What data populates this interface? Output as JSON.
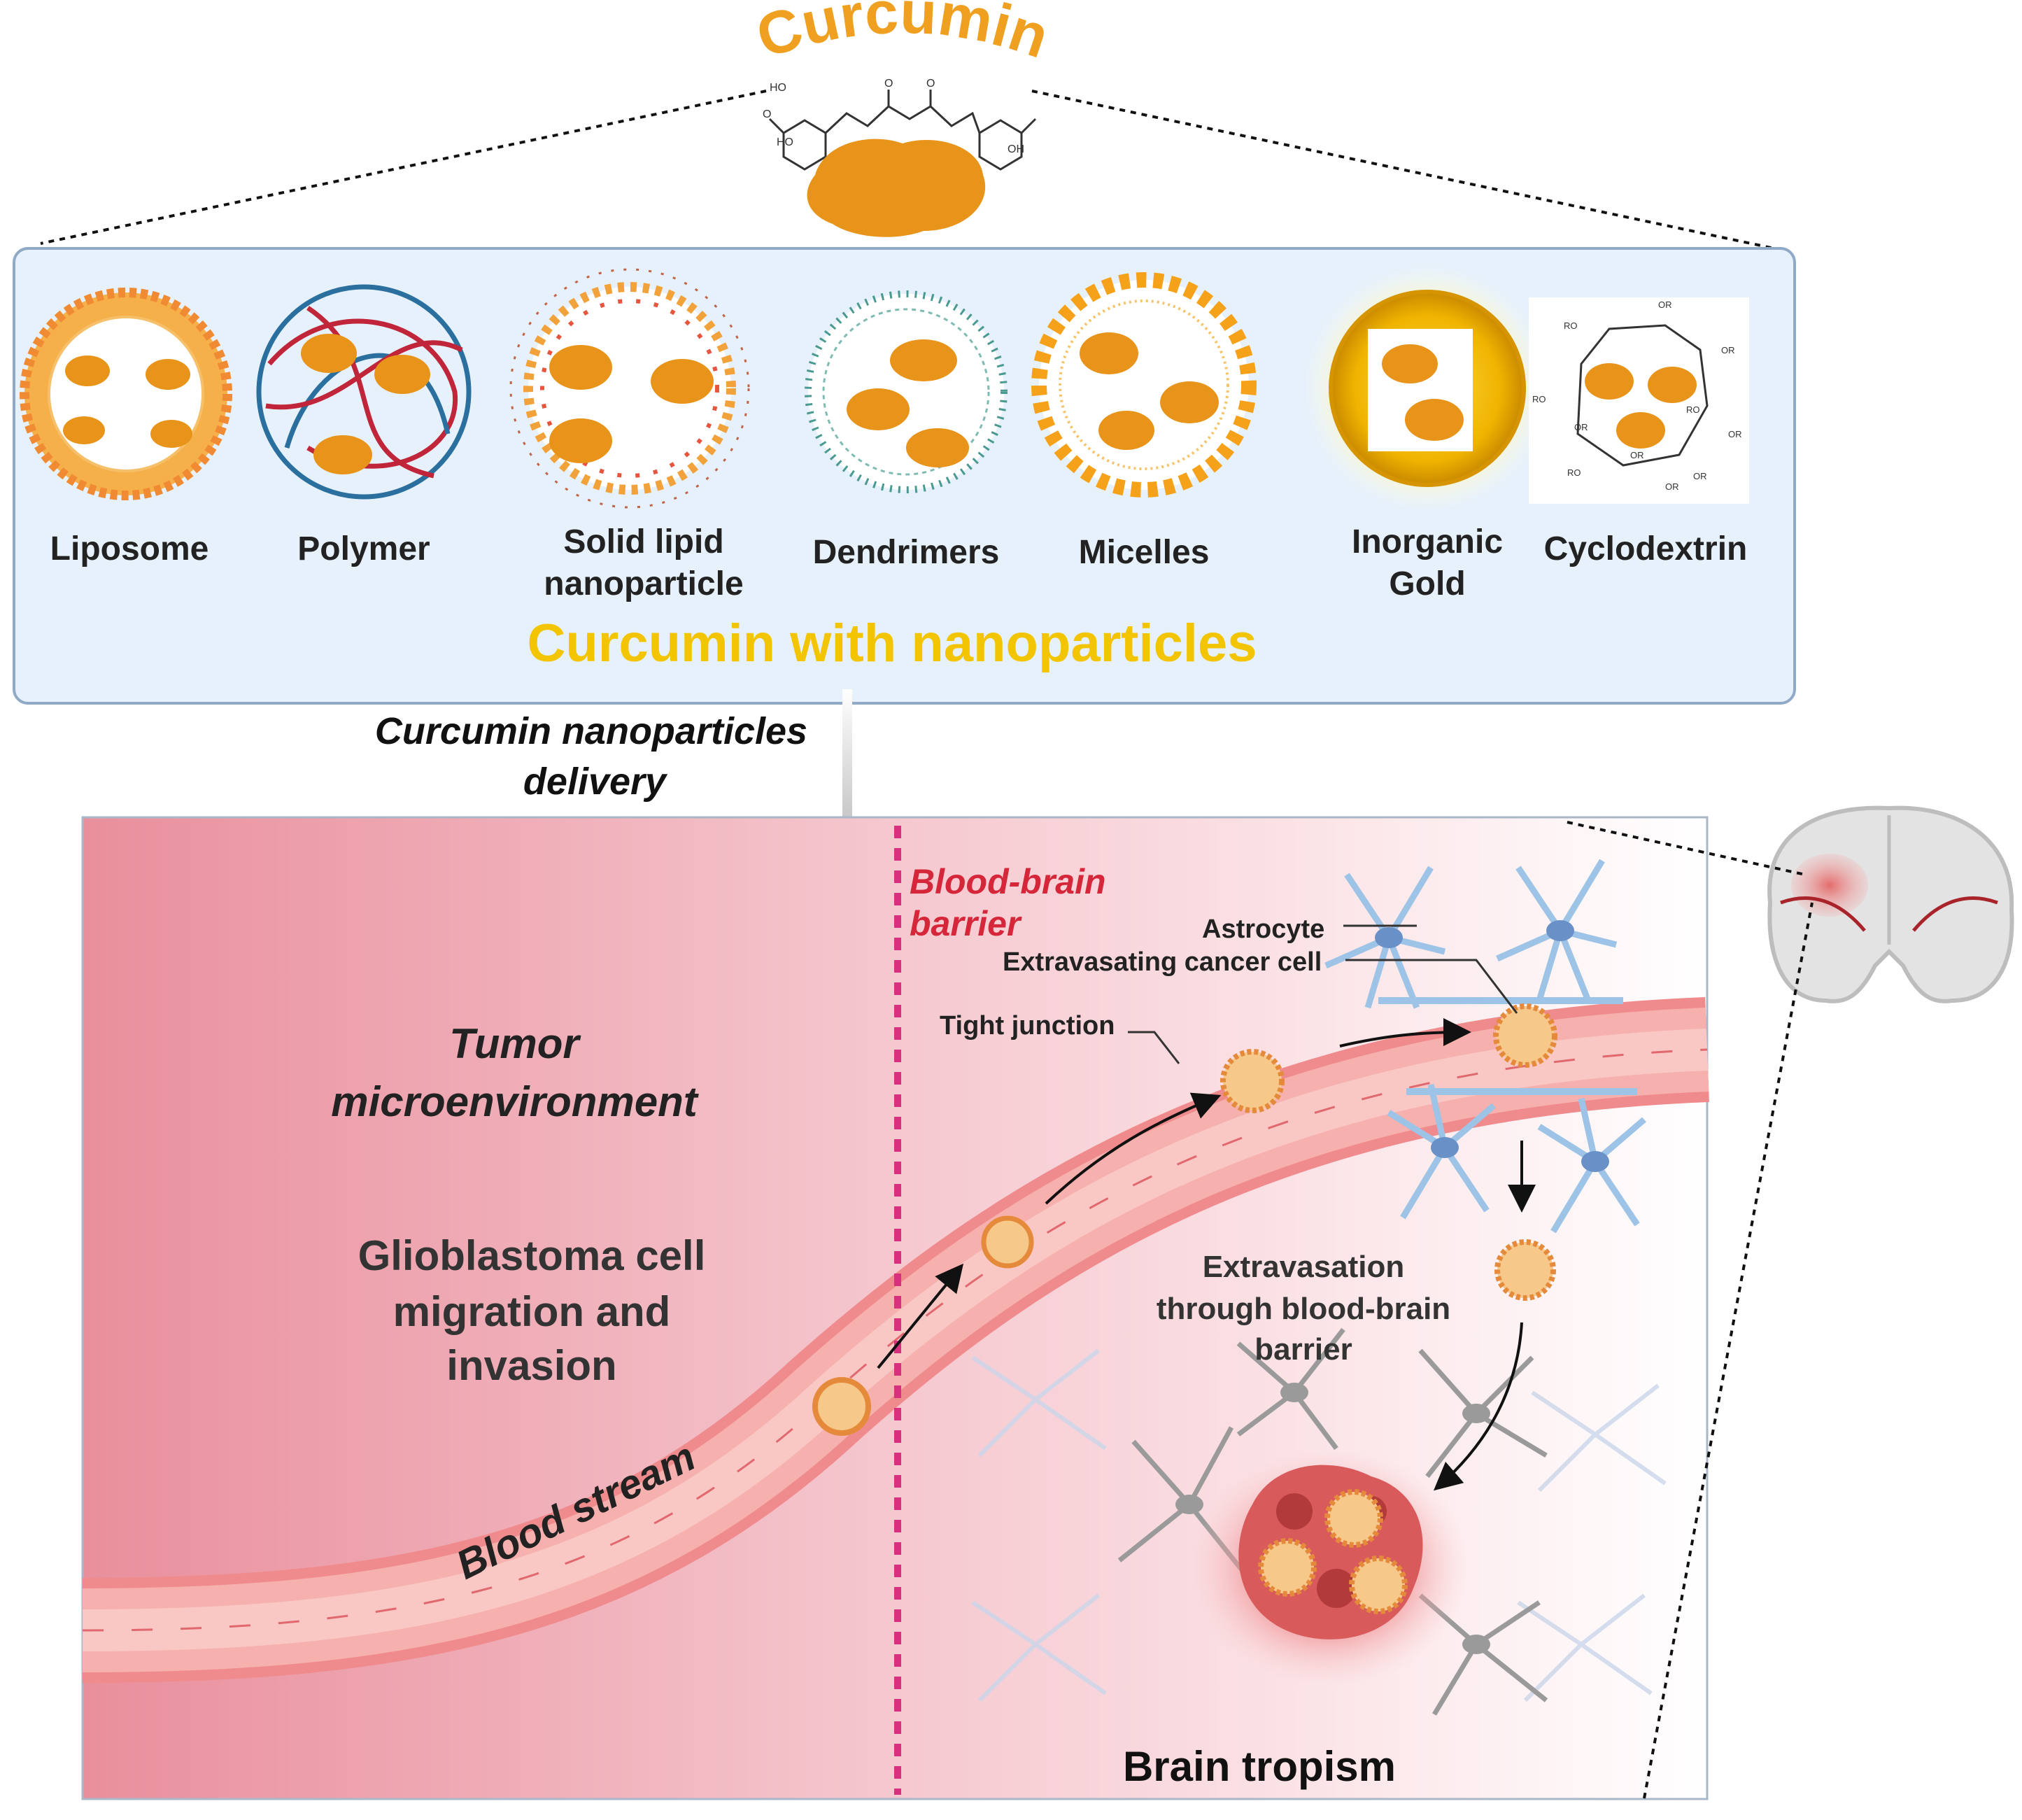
{
  "header": {
    "title": "Curcumin"
  },
  "molecule": {
    "labels": [
      "HO",
      "O",
      "O",
      "O",
      "HO",
      "OH"
    ]
  },
  "nanoparticles": {
    "items": [
      {
        "id": "liposome",
        "lines": [
          "Liposome"
        ]
      },
      {
        "id": "polymer",
        "lines": [
          "Polymer"
        ]
      },
      {
        "id": "sln",
        "lines": [
          "Solid lipid",
          "nanoparticle"
        ]
      },
      {
        "id": "dendrimers",
        "lines": [
          "Dendrimers"
        ]
      },
      {
        "id": "micelles",
        "lines": [
          "Micelles"
        ]
      },
      {
        "id": "gold",
        "lines": [
          "Inorganic",
          "Gold"
        ]
      },
      {
        "id": "cyclodextrin",
        "lines": [
          "Cyclodextrin"
        ]
      }
    ],
    "panel_title": "Curcumin with nanoparticles",
    "cyclodextrin_labels": [
      "OR",
      "OR",
      "RO",
      "RO",
      "OR",
      "OR",
      "RO",
      "OR",
      "RO",
      "OR",
      "OR"
    ]
  },
  "delivery": {
    "lines": [
      "Curcumin nanoparticles",
      "delivery"
    ]
  },
  "scene": {
    "bbb_lines": [
      "Blood-brain",
      "barrier"
    ],
    "tumor_lines": [
      "Tumor",
      "microenvironment"
    ],
    "gbm_lines": [
      "Glioblastoma  cell",
      "migration and",
      "invasion"
    ],
    "blood_stream": "Blood stream",
    "astrocyte": "Astrocyte",
    "extravasating": "Extravasating cancer cell",
    "tight_junction": "Tight junction",
    "extravasation_lines": [
      "Extravasation",
      "through blood-brain",
      "barrier"
    ],
    "brain_tropism": "Brain tropism"
  },
  "colors": {
    "curcumin_orange": "#f0a020",
    "panel_bg": "#e7f1fb",
    "panel_border": "#8fa9c6",
    "panel_title": "#f2c500",
    "bbb_red": "#d5263a",
    "bbb_dash": "#d6307e",
    "vessel": "#f6b0ad",
    "astro_blue": "#9dc3e6"
  }
}
